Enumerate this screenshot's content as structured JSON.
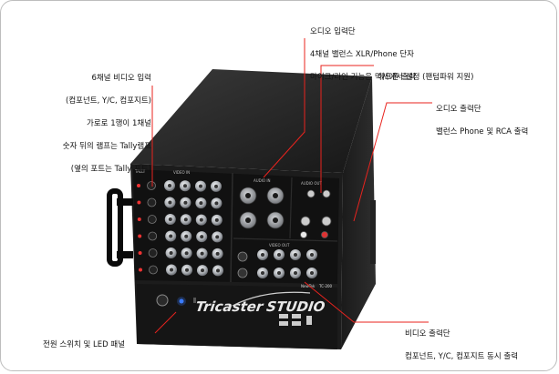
{
  "product": {
    "brand_tri": "Tri",
    "brand_caster": "caster",
    "brand_studio": "STUDIO",
    "maker_small": "NewTek",
    "model_small": "TC-200",
    "panel_labels": {
      "tally": "TALLY",
      "video_in": "VIDEO IN",
      "audio_in": "AUDIO IN",
      "audio_out": "AUDIO OUT",
      "video_out": "VIDEO OUT"
    }
  },
  "callouts": {
    "video_input": [
      "6채널 비디오 입력",
      "(컴포넌트, Y/C, 컴포지트)",
      "가로로 1행이 1채널",
      "숫자 뒤의 램프는 Tally램프",
      "(옆의 포트는 Tally 포트)"
    ],
    "audio_input": [
      "오디오 입력단",
      "4채널 밸런스 XLR/Phone 단자",
      "마이크/라인 기능은 믹서에서 설정 (팬텀파워 지원)"
    ],
    "headphone": [
      "헤드폰 출력"
    ],
    "audio_output": [
      "오디오 출력단",
      "밸런스 Phone 및 RCA 출력"
    ],
    "power": [
      "전원 스위치 및 LED 패널"
    ],
    "video_output": [
      "비디오 출력단",
      "컴포넌트, Y/C, 컴포지트 동시 출력"
    ]
  },
  "colors": {
    "callout_line": "#e8231e",
    "chassis": "#1b1b1b",
    "panel": "#0e0e0e",
    "connector": "#b9bcc0",
    "power_led": "#3a7bff"
  }
}
